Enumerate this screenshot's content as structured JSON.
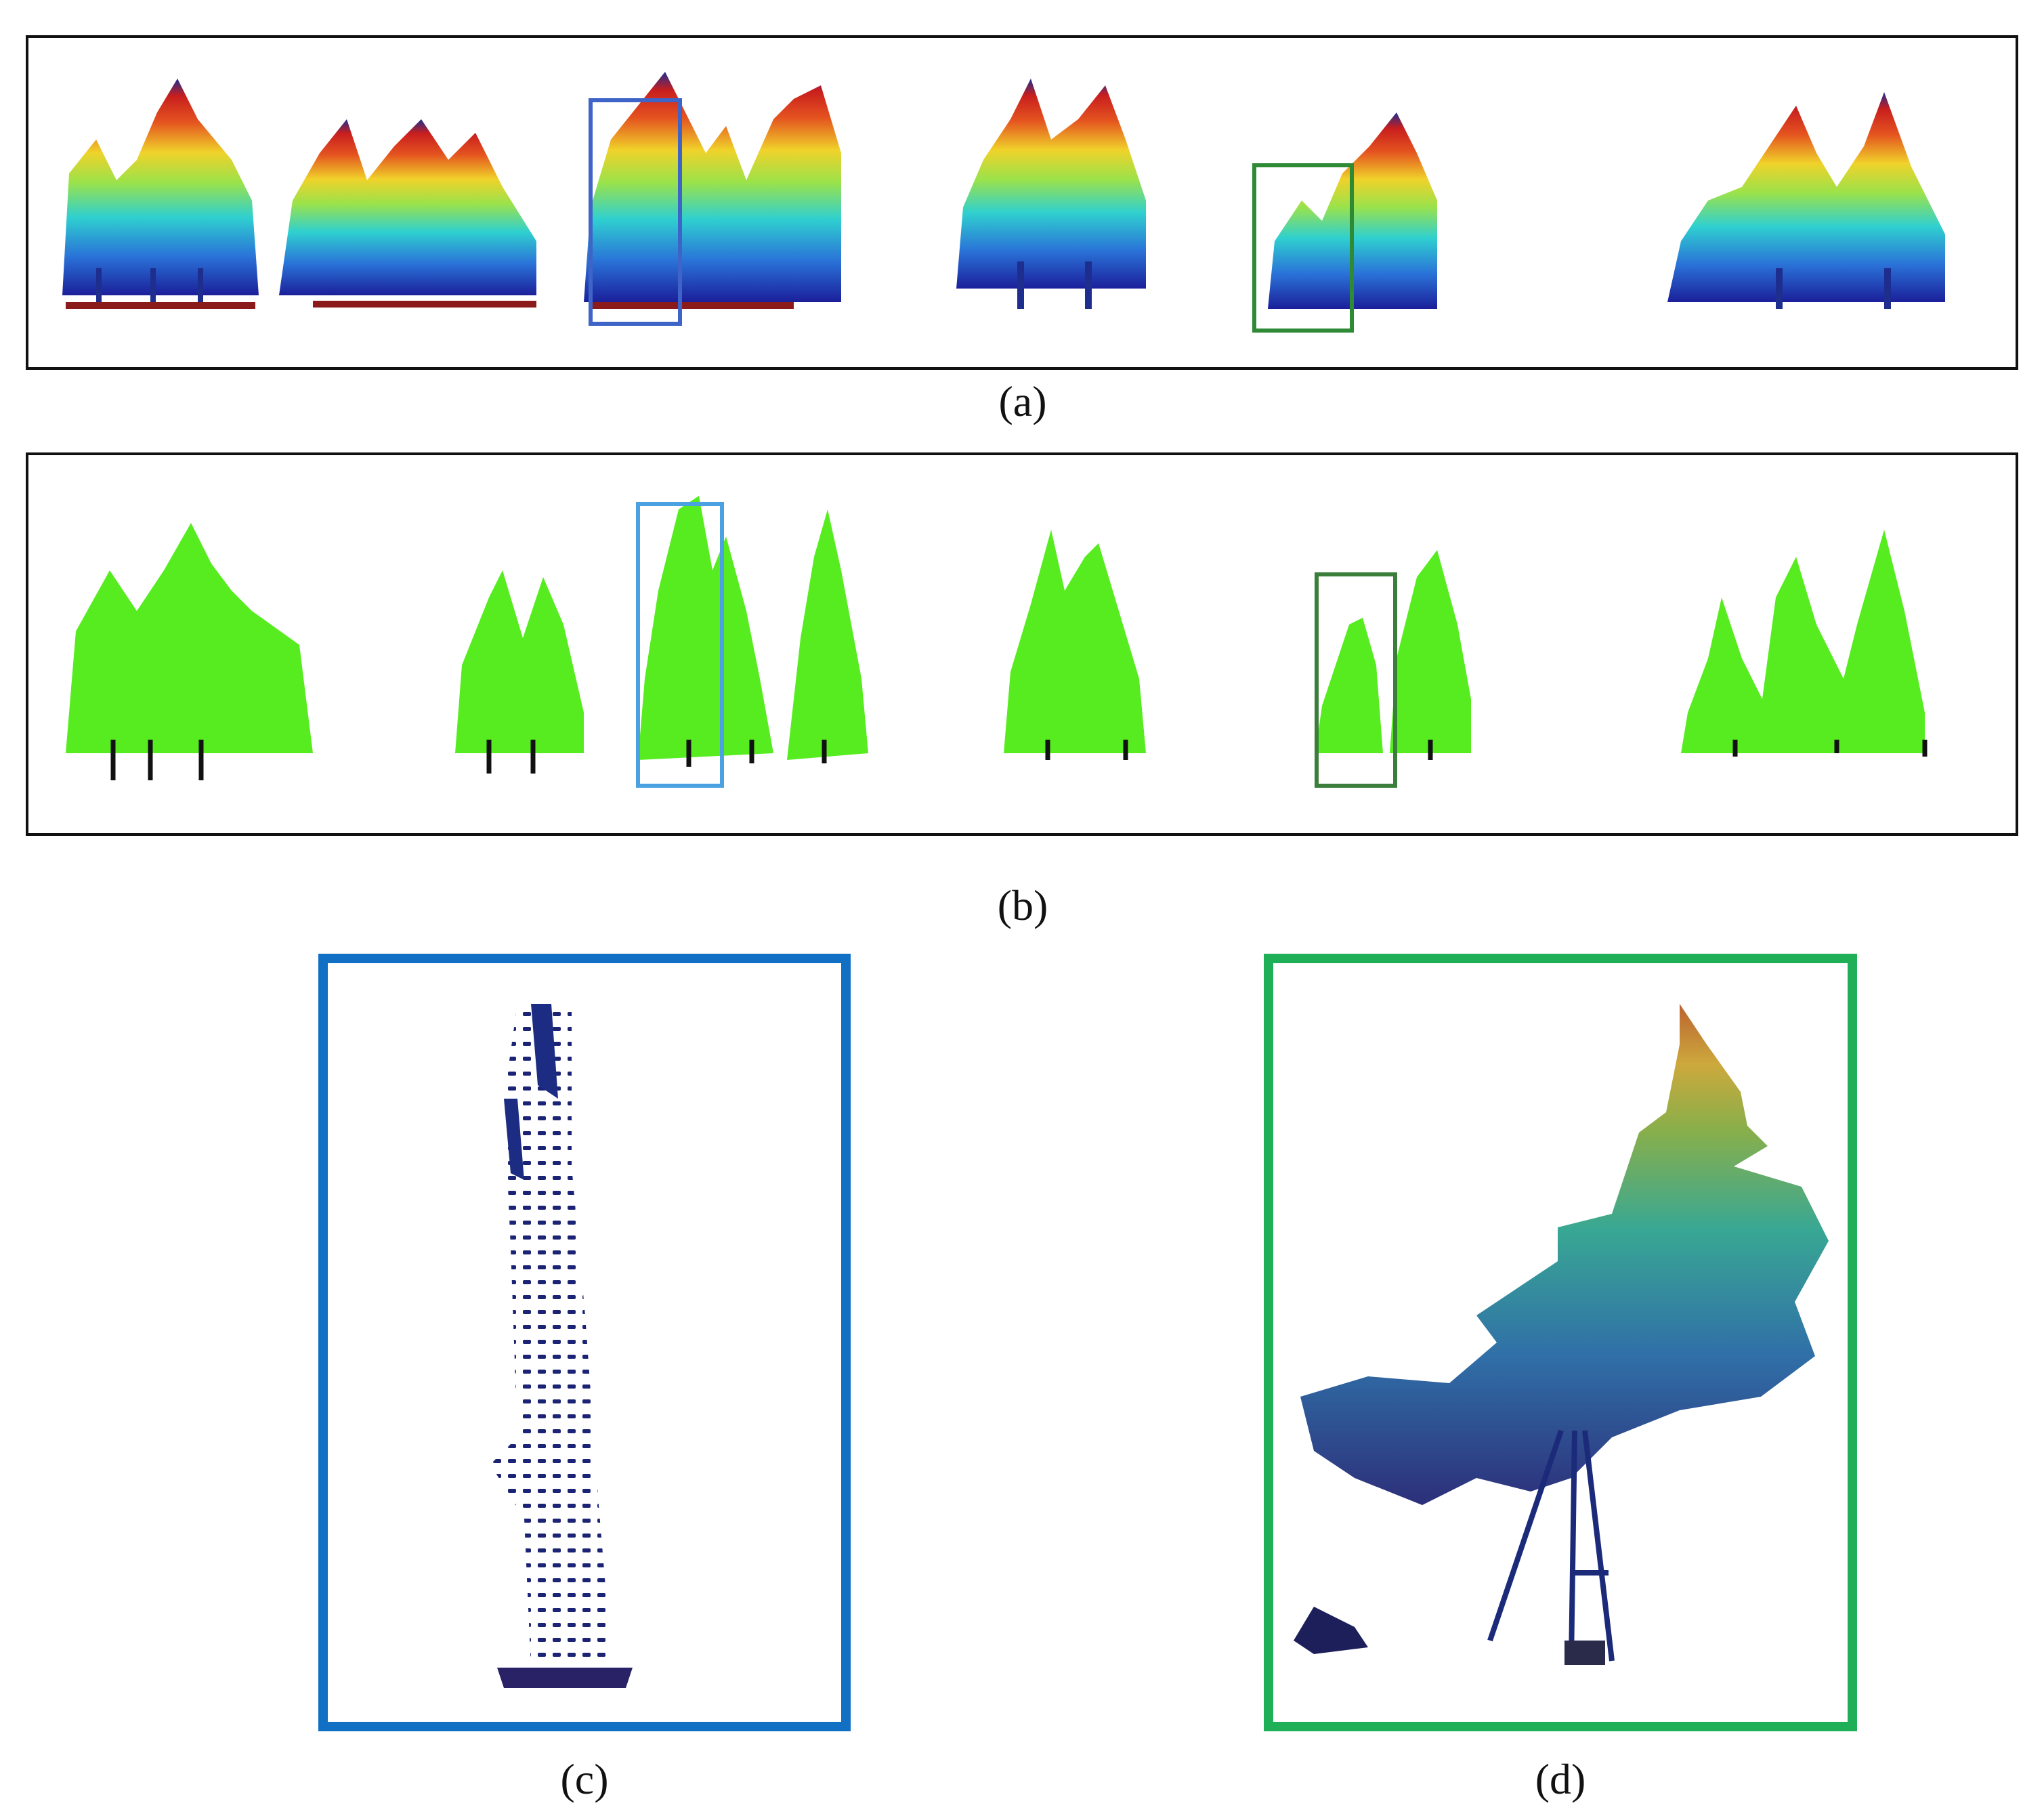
{
  "figure": {
    "captions": {
      "a": "(a)",
      "b": "(b)",
      "c": "(c)",
      "d": "(d)"
    },
    "colors": {
      "panel_border": "#111111",
      "highlight_blue": "#1170c4",
      "highlight_green": "#1faf57",
      "segment_green": "#57ec20",
      "trunk": "#111111"
    }
  }
}
